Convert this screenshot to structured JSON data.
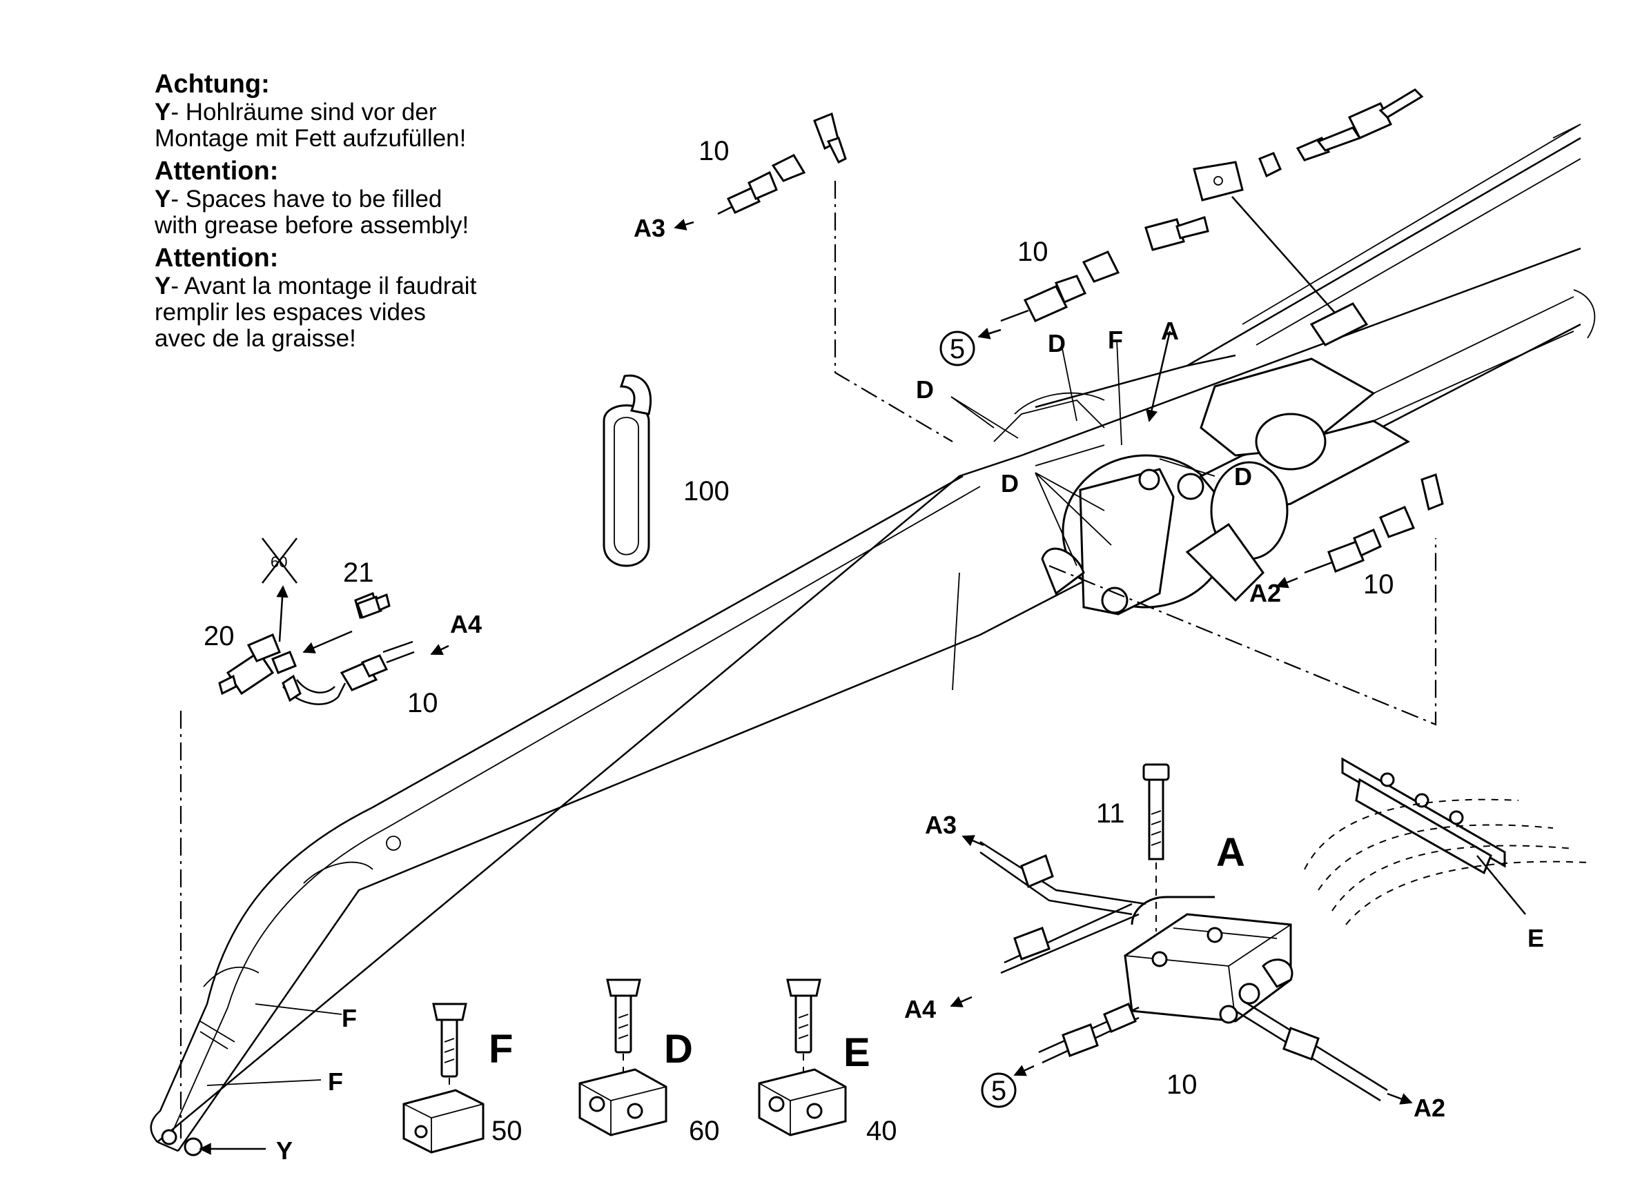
{
  "notes": [
    {
      "heading": "Achtung:",
      "marker": "Y",
      "text_l1": "- Hohlräume sind vor der",
      "text_l2": "Montage mit Fett aufzufüllen!",
      "text_l3": ""
    },
    {
      "heading": "Attention:",
      "marker": "Y",
      "text_l1": "- Spaces have to be filled",
      "text_l2": "with grease before assembly!",
      "text_l3": ""
    },
    {
      "heading": "Attention:",
      "marker": "Y",
      "text_l1": "- Avant la montage il faudrait",
      "text_l2": "remplir les espaces vides",
      "text_l3": "avec de la graisse!"
    }
  ],
  "labels": {
    "n10": "10",
    "n11": "11",
    "n20": "20",
    "n21": "21",
    "n40": "40",
    "n50": "50",
    "n60": "60",
    "n100": "100",
    "c5": "5",
    "A": "A",
    "A2": "A2",
    "A3": "A3",
    "A4": "A4",
    "D": "D",
    "E": "E",
    "F": "F",
    "Y": "Y",
    "crossed": "60"
  }
}
